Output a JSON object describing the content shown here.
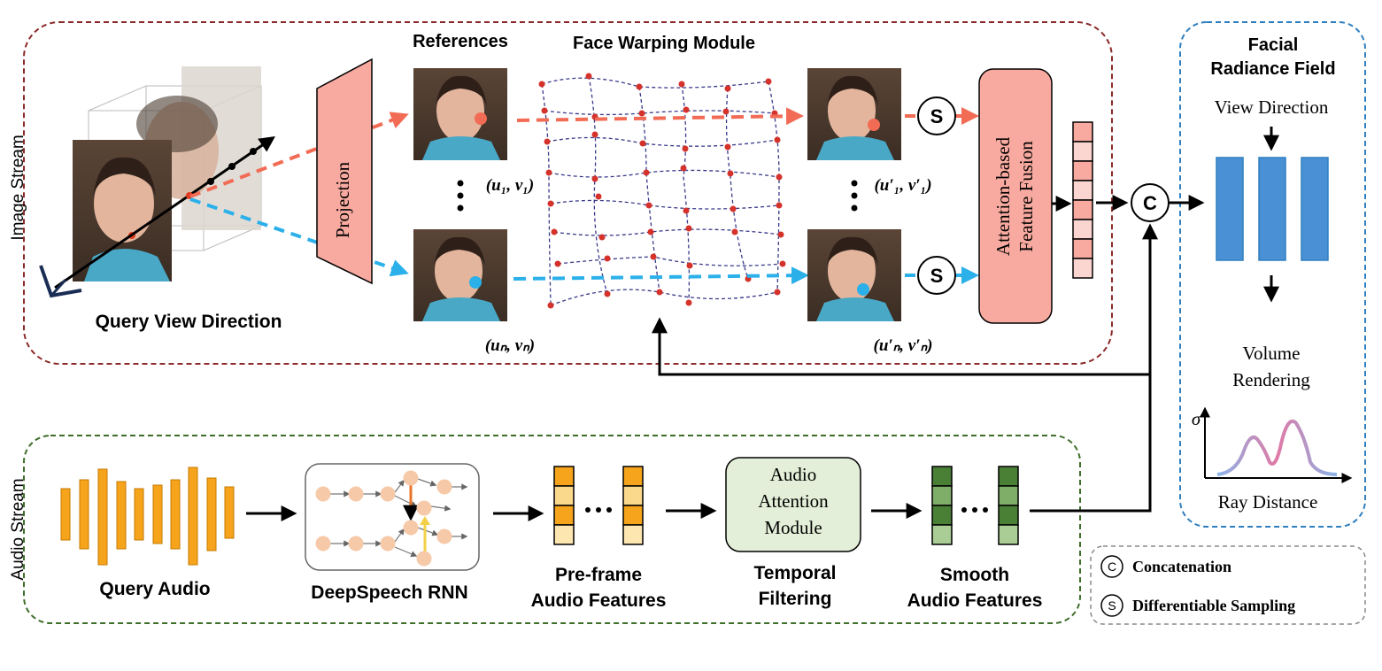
{
  "image_stream": {
    "label": "Image Stream",
    "query_view_direction": "Query View Direction",
    "projection": "Projection",
    "references": "References",
    "face_warping_module": "Face Warping Module",
    "coord_1": "(u₁, v₁)",
    "coord_n": "(uₙ, vₙ)",
    "coord_1_prime": "(u′₁, v′₁)",
    "coord_n_prime": "(u′ₙ, v′ₙ)",
    "sampling_symbol": "S",
    "fusion_line1": "Attention-based",
    "fusion_line2": "Feature Fusion",
    "concat_symbol": "C"
  },
  "radiance_field": {
    "title_line1": "Facial",
    "title_line2": "Radiance Field",
    "view_direction": "View Direction",
    "volume_line1": "Volume",
    "volume_line2": "Rendering",
    "sigma": "σ",
    "ray_distance": "Ray Distance"
  },
  "audio_stream": {
    "label": "Audio Stream",
    "query_audio": "Query Audio",
    "deepspeech": "DeepSpeech RNN",
    "preframe_line1": "Pre-frame",
    "preframe_line2": "Audio Features",
    "attention_line1": "Audio",
    "attention_line2": "Attention",
    "attention_line3": "Module",
    "temporal_line1": "Temporal",
    "temporal_line2": "Filtering",
    "smooth_line1": "Smooth",
    "smooth_line2": "Audio Features"
  },
  "legend": {
    "c_symbol": "C",
    "c_label": "Concatenation",
    "s_symbol": "S",
    "s_label": "Differentiable Sampling"
  },
  "colors": {
    "image_stream_border": "#8b2a2a",
    "audio_stream_border": "#3f6e2a",
    "radiance_border": "#2f7fbf",
    "salmon": "#f8aaa0",
    "red_ray": "#f26b55",
    "blue_ray": "#2bb0ea",
    "radiance_blue": "#4a90d4",
    "audio_orange": "#f5a41c",
    "feature_green": "#4a7f36",
    "attention_green": "#e3efd8"
  }
}
